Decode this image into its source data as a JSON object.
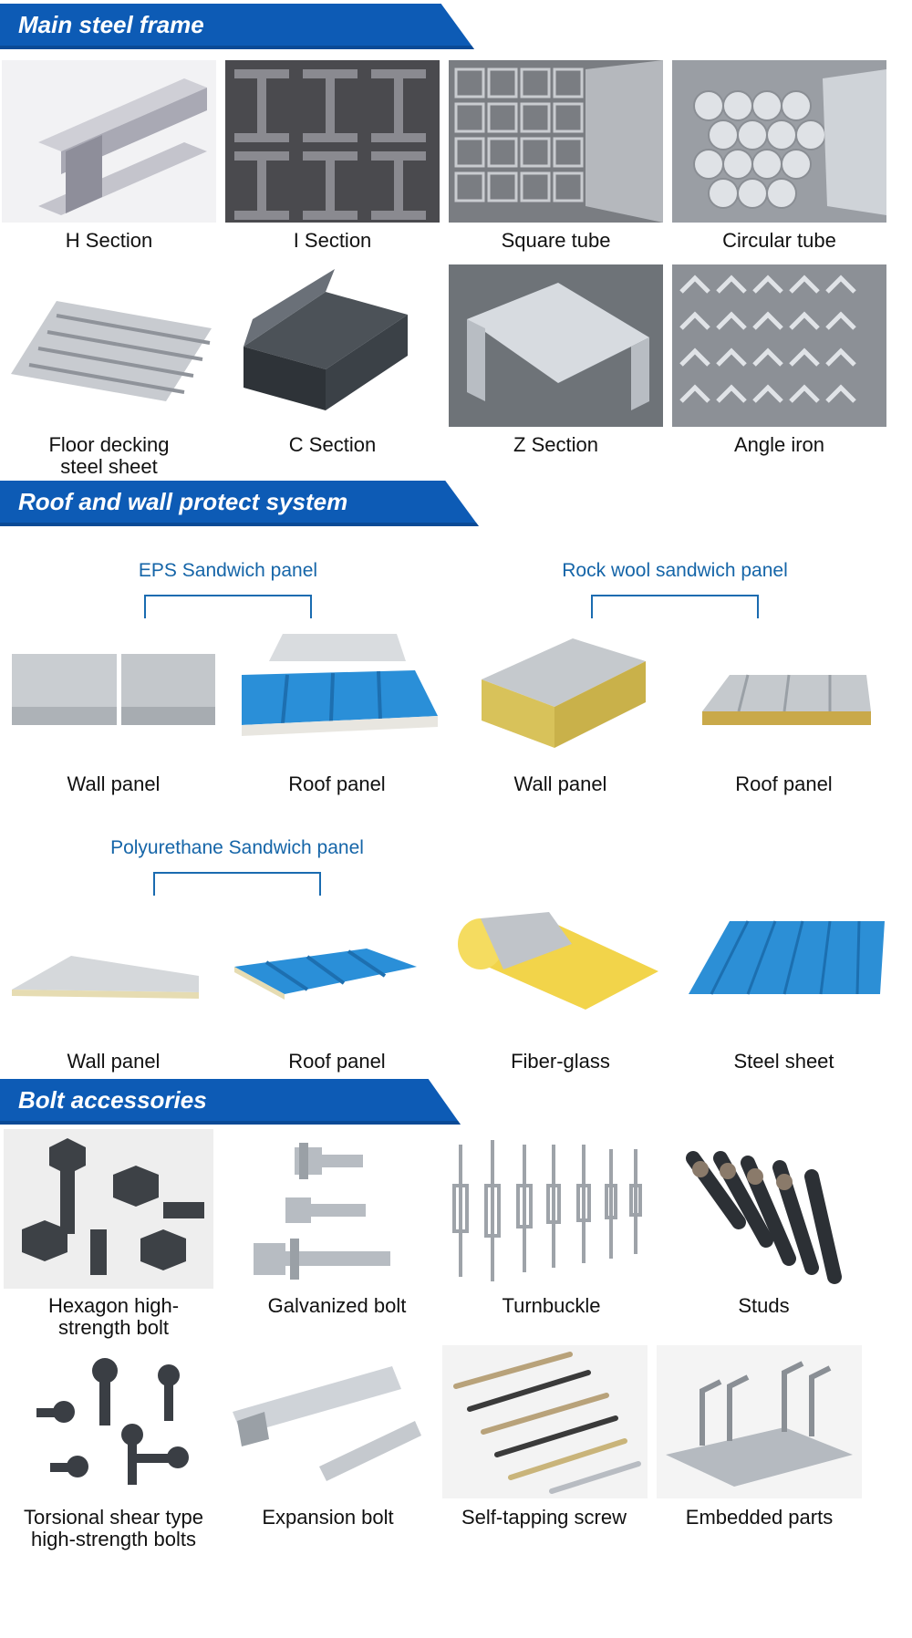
{
  "sections": {
    "main_steel_frame": "Main steel frame",
    "roof_wall": "Roof and wall protect system",
    "bolts": "Bolt accessories"
  },
  "steel": {
    "h_section": "H Section",
    "i_section": "I Section",
    "square_tube": "Square tube",
    "circular_tube": "Circular tube",
    "floor_decking_1": "Floor decking",
    "floor_decking_2": "steel sheet",
    "c_section": "C Section",
    "z_section": "Z Section",
    "angle_iron": "Angle iron"
  },
  "panels": {
    "eps_title": "EPS Sandwich panel",
    "rockwool_title": "Rock wool sandwich panel",
    "pu_title": "Polyurethane Sandwich panel",
    "eps_wall": "Wall panel",
    "eps_roof": "Roof panel",
    "rw_wall": "Wall panel",
    "rw_roof": "Roof panel",
    "pu_wall": "Wall panel",
    "pu_roof": "Roof panel",
    "fiberglass": "Fiber-glass",
    "steel_sheet": "Steel sheet"
  },
  "bolts": {
    "hex_1": "Hexagon high-",
    "hex_2": "strength bolt",
    "galvanized": "Galvanized bolt",
    "turnbuckle": "Turnbuckle",
    "studs": "Studs",
    "torsional_1": "Torsional shear type",
    "torsional_2": "high-strength bolts",
    "expansion": "Expansion bolt",
    "self_tapping": "Self-tapping screw",
    "embedded": "Embedded parts"
  },
  "colors": {
    "banner": "#0d5bb5",
    "group_title": "#1565a8",
    "panel_blue": "#2a8fd8"
  }
}
